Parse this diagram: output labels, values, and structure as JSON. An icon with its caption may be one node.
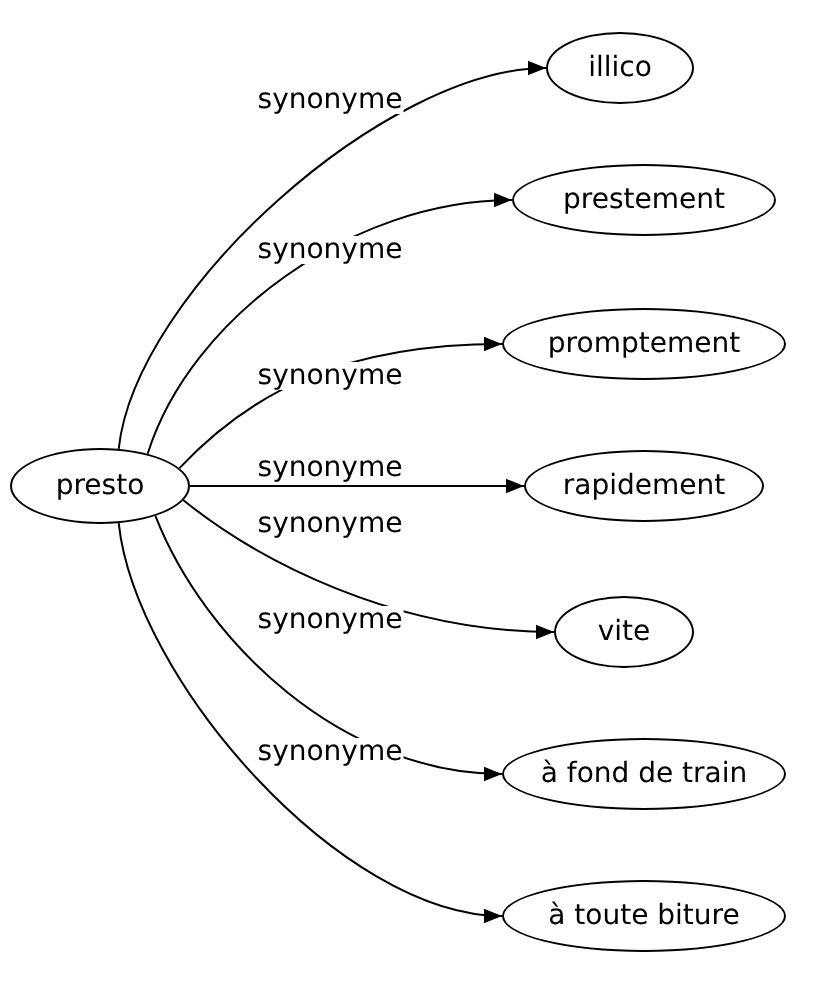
{
  "diagram": {
    "nodes": [
      {
        "text": [
          "presto"
        ]
      },
      {
        "text": [
          "illico"
        ]
      },
      {
        "text": [
          "prestement"
        ]
      },
      {
        "text": [
          "promptement"
        ]
      },
      {
        "text": [
          "rapidement"
        ]
      },
      {
        "text": [
          "vite"
        ]
      },
      {
        "text": [
          "à fond de train"
        ]
      },
      {
        "text": [
          "à toute biture"
        ]
      }
    ],
    "edges": [
      {
        "from": 0,
        "to": 1,
        "arrow": "to",
        "label": "synonyme"
      },
      {
        "from": 0,
        "to": 2,
        "arrow": "to",
        "label": "synonyme"
      },
      {
        "from": 0,
        "to": 3,
        "arrow": "to",
        "label": "synonyme"
      },
      {
        "from": 0,
        "to": 4,
        "arrow": "to",
        "label": "synonyme"
      },
      {
        "from": 0,
        "to": 5,
        "arrow": "to",
        "label": "synonyme"
      },
      {
        "from": 0,
        "to": 6,
        "arrow": "to",
        "label": "synonyme"
      },
      {
        "from": 0,
        "to": 7,
        "arrow": "to",
        "label": "synonyme"
      }
    ]
  }
}
